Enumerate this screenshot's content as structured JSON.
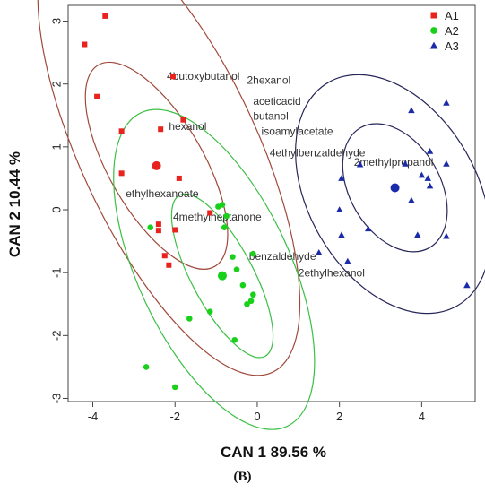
{
  "caption": "(B)",
  "chart_data": {
    "type": "scatter",
    "xlabel": "CAN 1 89.56 %",
    "ylabel": "CAN 2 10.44 %",
    "xlim": [
      -4.6,
      5.3
    ],
    "ylim": [
      -3.05,
      3.25
    ],
    "xticks": [
      -4,
      -2,
      0,
      2,
      4
    ],
    "yticks": [
      -3,
      -2,
      -1,
      0,
      1,
      2,
      3
    ],
    "grid": false,
    "legend_position": "top-right",
    "series": [
      {
        "name": "A1",
        "color": "#e8221c",
        "marker": "square",
        "points": [
          [
            -4.2,
            2.63
          ],
          [
            -3.7,
            3.08
          ],
          [
            -3.9,
            1.8
          ],
          [
            -3.3,
            1.25
          ],
          [
            -3.3,
            0.58
          ],
          [
            -2.35,
            1.28
          ],
          [
            -2.05,
            2.12
          ],
          [
            -1.8,
            1.43
          ],
          [
            -1.9,
            0.5
          ],
          [
            -1.15,
            -0.05
          ],
          [
            -2.4,
            -0.23
          ],
          [
            -2.4,
            -0.33
          ],
          [
            -2.0,
            -0.32
          ],
          [
            -2.25,
            -0.73
          ],
          [
            -2.15,
            -0.88
          ]
        ],
        "centroid": [
          -2.45,
          0.7
        ]
      },
      {
        "name": "A2",
        "color": "#19d11b",
        "marker": "circle",
        "points": [
          [
            -2.6,
            -0.28
          ],
          [
            -0.95,
            0.05
          ],
          [
            -0.85,
            0.08
          ],
          [
            -0.75,
            -0.1
          ],
          [
            -0.8,
            -0.28
          ],
          [
            -0.6,
            -0.75
          ],
          [
            -0.5,
            -0.95
          ],
          [
            -0.35,
            -1.2
          ],
          [
            -0.1,
            -0.7
          ],
          [
            -0.1,
            -1.35
          ],
          [
            -0.15,
            -1.45
          ],
          [
            -0.25,
            -1.5
          ],
          [
            -1.15,
            -1.62
          ],
          [
            -1.65,
            -1.73
          ],
          [
            -0.55,
            -2.07
          ],
          [
            -2.7,
            -2.5
          ],
          [
            -2.0,
            -2.82
          ]
        ],
        "centroid": [
          -0.85,
          -1.05
        ]
      },
      {
        "name": "A3",
        "color": "#1a2aa8",
        "marker": "triangle",
        "points": [
          [
            1.5,
            -0.68
          ],
          [
            2.2,
            -0.82
          ],
          [
            2.0,
            0.0
          ],
          [
            2.05,
            0.5
          ],
          [
            2.05,
            -0.4
          ],
          [
            2.5,
            0.72
          ],
          [
            2.7,
            -0.3
          ],
          [
            3.75,
            1.58
          ],
          [
            3.6,
            0.73
          ],
          [
            4.2,
            0.93
          ],
          [
            4.6,
            0.73
          ],
          [
            3.75,
            0.15
          ],
          [
            4.0,
            0.55
          ],
          [
            4.2,
            0.38
          ],
          [
            4.15,
            0.5
          ],
          [
            4.6,
            1.7
          ],
          [
            3.9,
            -0.4
          ],
          [
            4.6,
            -0.42
          ],
          [
            5.1,
            -1.2
          ]
        ],
        "centroid": [
          3.35,
          0.35
        ]
      }
    ],
    "variables": [
      {
        "label": "4butoxybutanol",
        "x": -2.2,
        "y": 2.07
      },
      {
        "label": "2hexanol",
        "x": -0.25,
        "y": 2.0
      },
      {
        "label": "aceticacid",
        "x": -0.1,
        "y": 1.67
      },
      {
        "label": "butanol",
        "x": -0.1,
        "y": 1.43
      },
      {
        "label": "isoamylacetate",
        "x": 0.1,
        "y": 1.19
      },
      {
        "label": "hexanol",
        "x": -2.15,
        "y": 1.27
      },
      {
        "label": "4ethylbenzaldehyde",
        "x": 0.3,
        "y": 0.85
      },
      {
        "label": "2methylpropanol",
        "x": 2.35,
        "y": 0.7
      },
      {
        "label": "ethylhexanoate",
        "x": -3.2,
        "y": 0.2
      },
      {
        "label": "4methylheptanone",
        "x": -2.05,
        "y": -0.17
      },
      {
        "label": "benzaldehyde",
        "x": -0.2,
        "y": -0.8
      },
      {
        "label": "2ethylhexanol",
        "x": 1.0,
        "y": -1.06
      }
    ],
    "ellipses": [
      {
        "group": "A1",
        "color": "#a04a3c",
        "cx": -2.45,
        "cy": 0.7,
        "rx": 1.15,
        "ry": 1.85,
        "angle": -30
      },
      {
        "group": "A1",
        "color": "#a04a3c",
        "cx": -2.15,
        "cy": 0.95,
        "rx": 2.15,
        "ry": 3.9,
        "angle": -25
      },
      {
        "group": "A2",
        "color": "#3cbf45",
        "cx": -0.85,
        "cy": -1.05,
        "rx": 0.75,
        "ry": 1.45,
        "angle": -28
      },
      {
        "group": "A2",
        "color": "#3cbf45",
        "cx": -1.05,
        "cy": -0.95,
        "rx": 1.85,
        "ry": 2.75,
        "angle": -25
      },
      {
        "group": "A3",
        "color": "#27275a",
        "cx": 3.35,
        "cy": 0.35,
        "rx": 1.1,
        "ry": 1.1,
        "angle": -30
      },
      {
        "group": "A3",
        "color": "#27275a",
        "cx": 3.3,
        "cy": 0.25,
        "rx": 2.05,
        "ry": 2.05,
        "angle": -30
      }
    ]
  }
}
